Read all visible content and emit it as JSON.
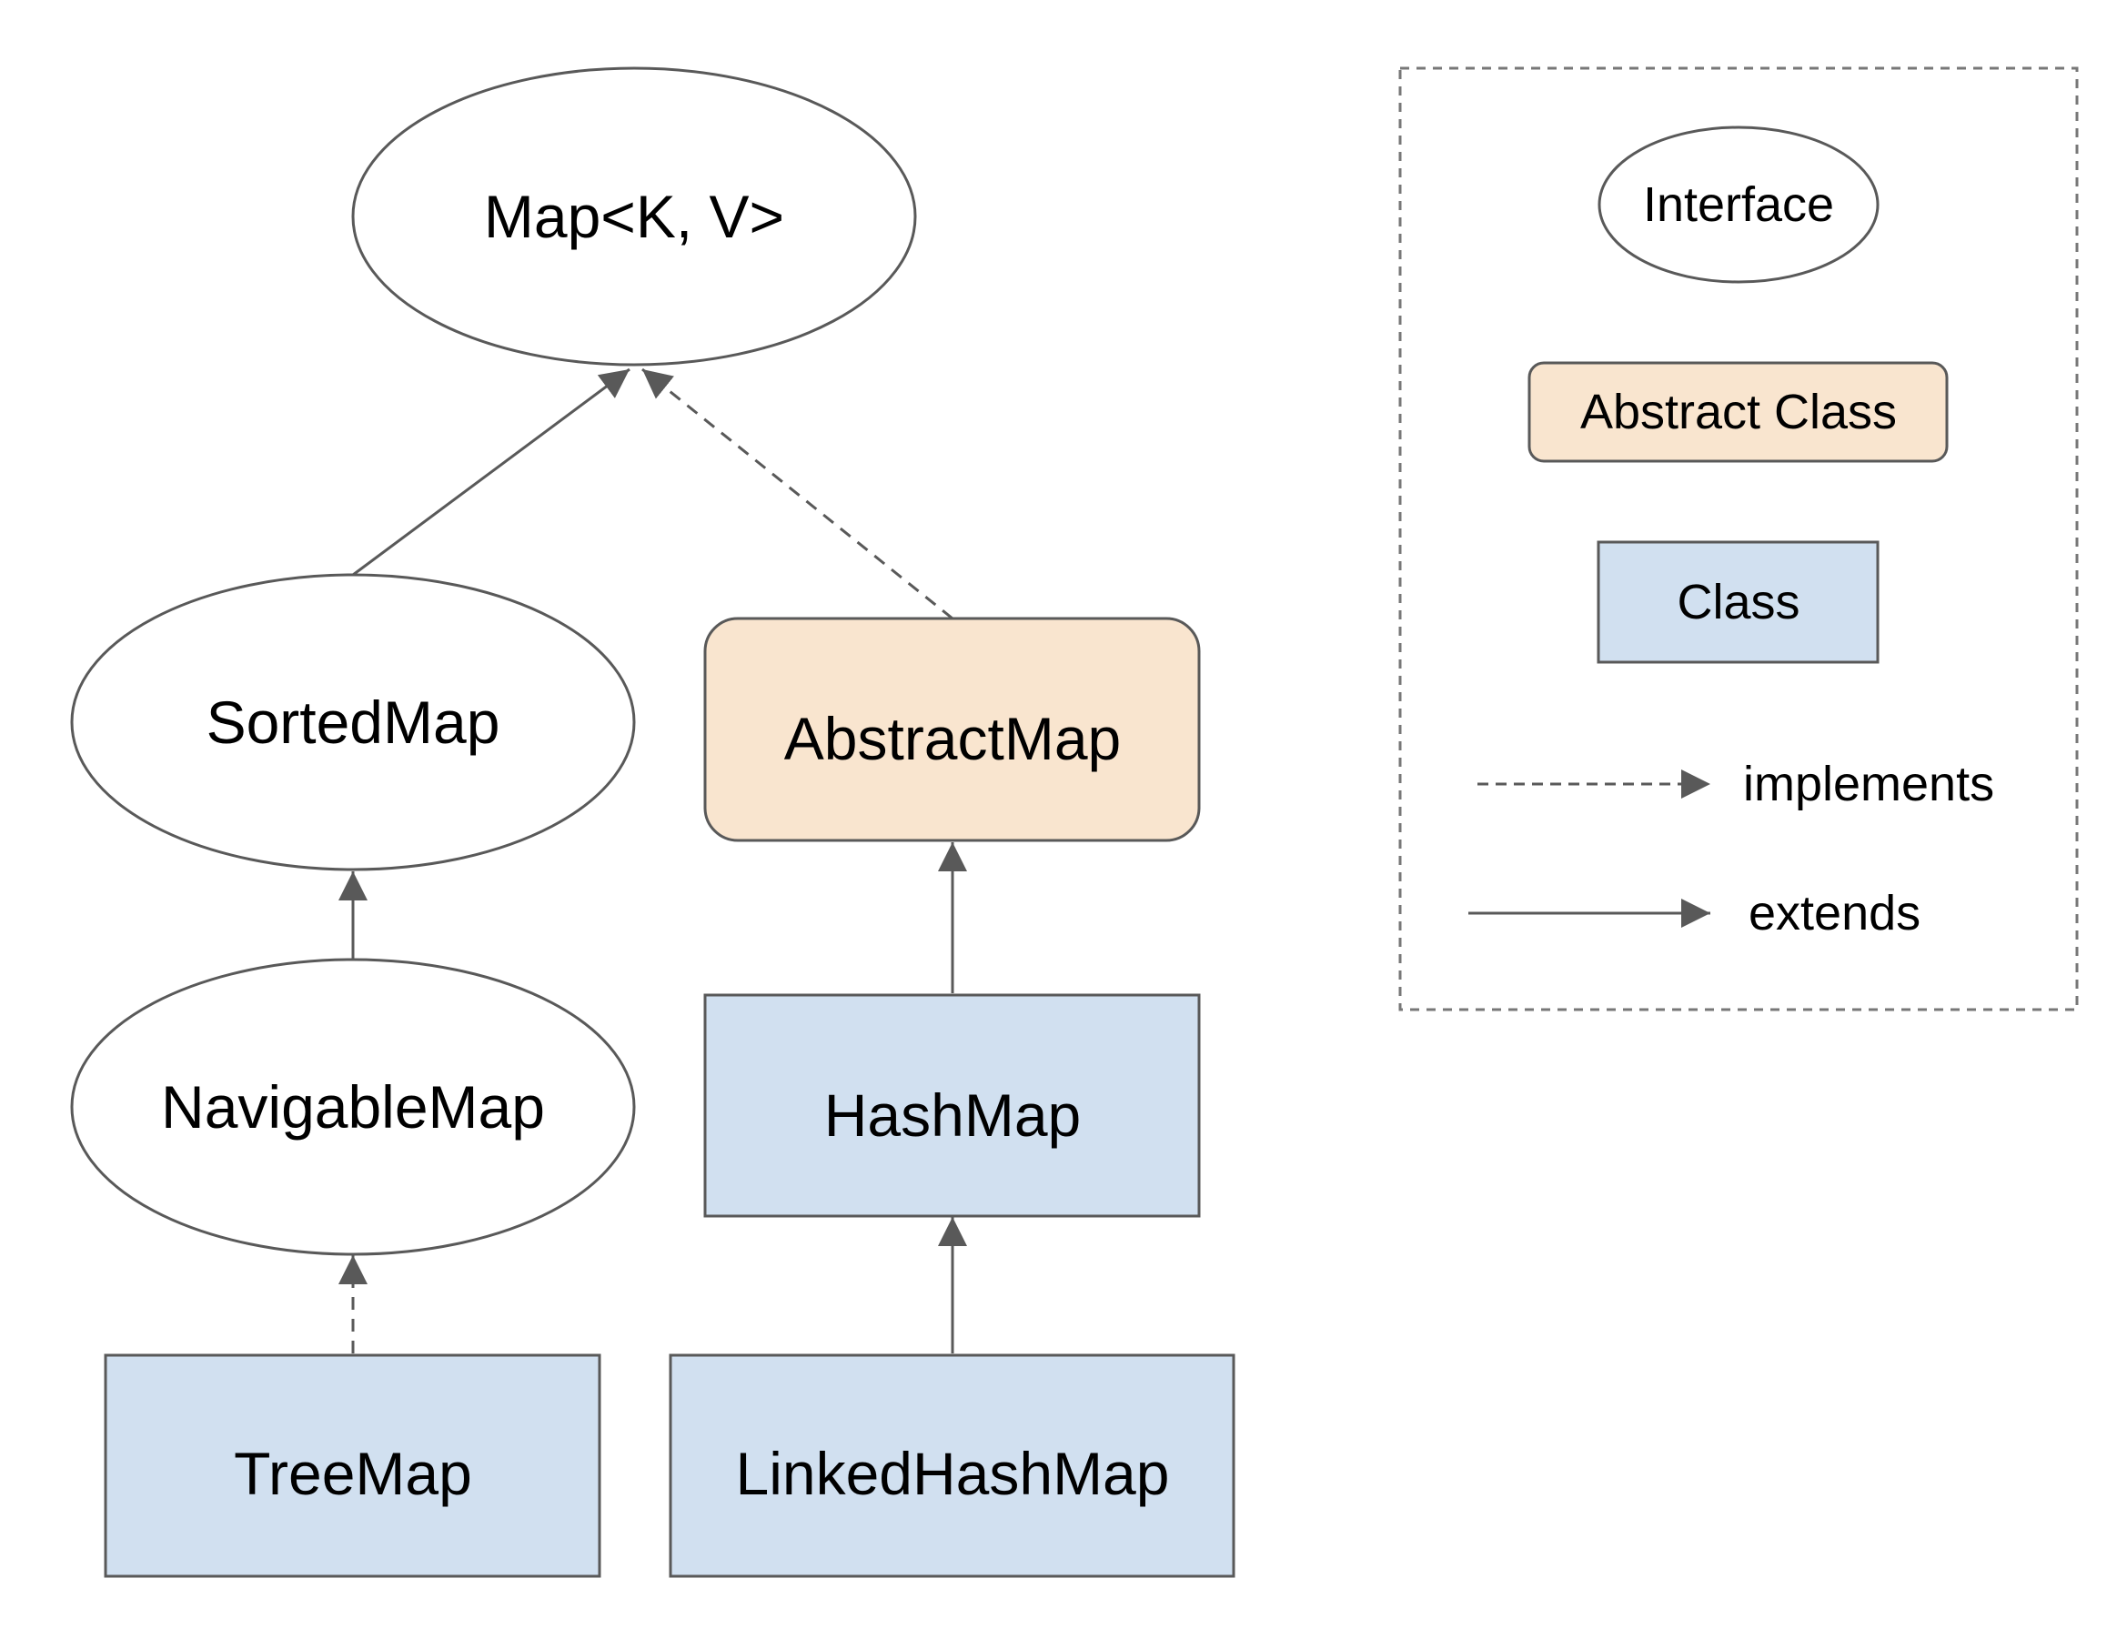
{
  "colors": {
    "stroke": "#595959",
    "interface_fill": "#ffffff",
    "abstract_fill": "#f9e5cf",
    "class_fill": "#d1e0f0",
    "legend_border": "#777777"
  },
  "nodes": {
    "map": {
      "label": "Map<K, V>",
      "kind": "interface"
    },
    "sorted_map": {
      "label": "SortedMap",
      "kind": "interface"
    },
    "navigable_map": {
      "label": "NavigableMap",
      "kind": "interface"
    },
    "abstract_map": {
      "label": "AbstractMap",
      "kind": "abstract-class"
    },
    "hash_map": {
      "label": "HashMap",
      "kind": "class"
    },
    "tree_map": {
      "label": "TreeMap",
      "kind": "class"
    },
    "linked_hash_map": {
      "label": "LinkedHashMap",
      "kind": "class"
    }
  },
  "edges": [
    {
      "from": "SortedMap",
      "to": "Map<K, V>",
      "relation": "extends"
    },
    {
      "from": "AbstractMap",
      "to": "Map<K, V>",
      "relation": "implements"
    },
    {
      "from": "NavigableMap",
      "to": "SortedMap",
      "relation": "extends"
    },
    {
      "from": "TreeMap",
      "to": "NavigableMap",
      "relation": "implements"
    },
    {
      "from": "HashMap",
      "to": "AbstractMap",
      "relation": "extends"
    },
    {
      "from": "LinkedHashMap",
      "to": "HashMap",
      "relation": "extends"
    }
  ],
  "legend": {
    "interface": "Interface",
    "abstract_class": "Abstract Class",
    "class": "Class",
    "implements": "implements",
    "extends": "extends"
  }
}
